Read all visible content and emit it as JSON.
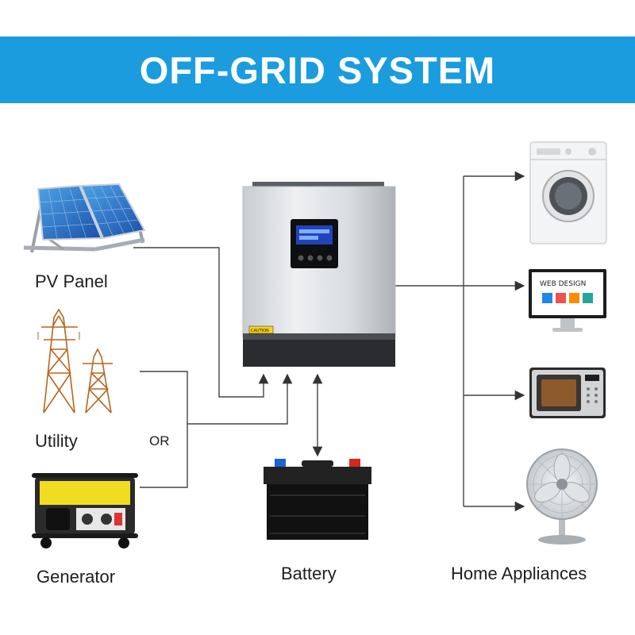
{
  "header": {
    "title": "OFF-GRID SYSTEM",
    "background": "#1a9cde"
  },
  "sources": {
    "pv_panel": "PV Panel",
    "utility": "Utility",
    "or": "OR",
    "generator": "Generator"
  },
  "battery": {
    "label": "Battery"
  },
  "appliances": {
    "label": "Home Appliances",
    "monitor_text": "WEB DESIGN"
  },
  "inverter": {
    "caution_text": "CAUTION"
  },
  "colors": {
    "accent": "#1a9cde",
    "line": "#444444"
  }
}
